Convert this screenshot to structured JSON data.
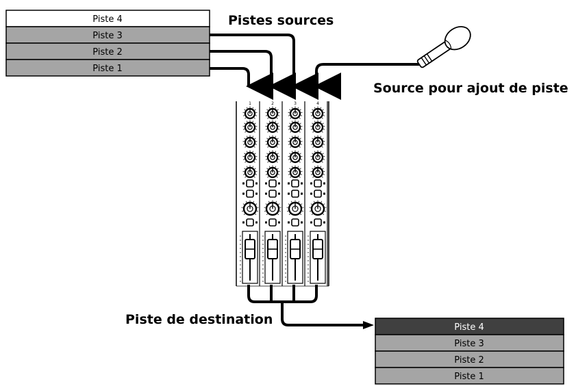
{
  "source_tracks": {
    "items": [
      {
        "label": "Piste 4"
      },
      {
        "label": "Piste 3"
      },
      {
        "label": "Piste 2"
      },
      {
        "label": "Piste 1"
      }
    ]
  },
  "labels": {
    "sources": "Pistes sources",
    "extra_source": "Source pour ajout de piste",
    "destination": "Piste de destination"
  },
  "mixer": {
    "channels": [
      {
        "number": "1"
      },
      {
        "number": "2"
      },
      {
        "number": "3"
      },
      {
        "number": "4"
      }
    ]
  },
  "destination_tracks": {
    "items": [
      {
        "label": "Piste 4"
      },
      {
        "label": "Piste 3"
      },
      {
        "label": "Piste 2"
      },
      {
        "label": "Piste 1"
      }
    ]
  },
  "colors": {
    "track_active": "#a5a5a5",
    "track_inactive": "#ffffff",
    "track_selected": "#404040"
  }
}
